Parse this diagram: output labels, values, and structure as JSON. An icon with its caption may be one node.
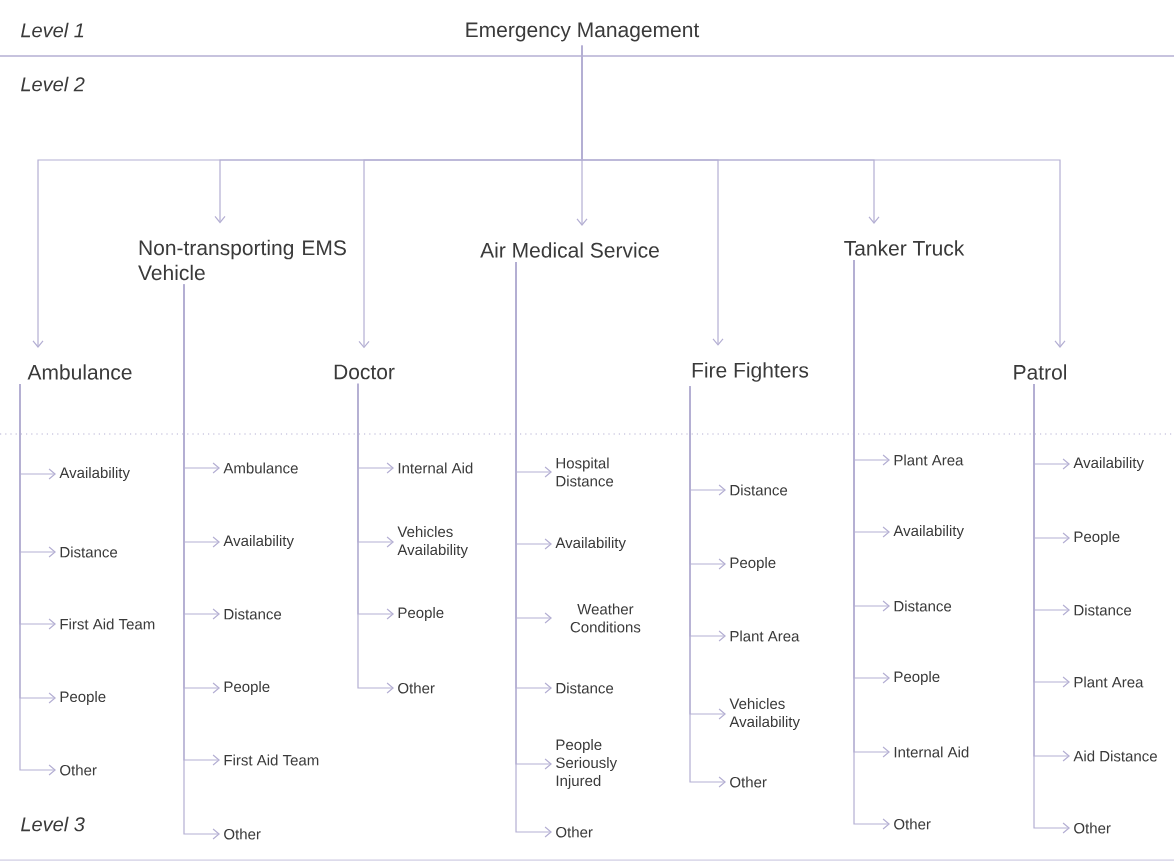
{
  "diagram": {
    "nodes": [
      {
        "text": [
          "Emergency Management"
        ]
      },
      {
        "text": [
          "Ambulance"
        ]
      },
      {
        "text": [
          "Non-transporting EMS Vehicle"
        ]
      },
      {
        "text": [
          "Doctor"
        ]
      },
      {
        "text": [
          "Air Medical Service"
        ]
      },
      {
        "text": [
          "Fire Fighters"
        ]
      },
      {
        "text": [
          "Tanker Truck"
        ]
      },
      {
        "text": [
          "Patrol"
        ]
      },
      {
        "text": [
          "Availability"
        ]
      },
      {
        "text": [
          "Distance"
        ]
      },
      {
        "text": [
          "First Aid Team"
        ]
      },
      {
        "text": [
          "People"
        ]
      },
      {
        "text": [
          "Other"
        ]
      },
      {
        "text": [
          "Ambulance"
        ]
      },
      {
        "text": [
          "Availability"
        ]
      },
      {
        "text": [
          "Distance"
        ]
      },
      {
        "text": [
          "People"
        ]
      },
      {
        "text": [
          "First Aid Team"
        ]
      },
      {
        "text": [
          "Other"
        ]
      },
      {
        "text": [
          "Internal Aid"
        ]
      },
      {
        "text": [
          "Vehicles Availability"
        ]
      },
      {
        "text": [
          "People"
        ]
      },
      {
        "text": [
          "Other"
        ]
      },
      {
        "text": [
          "Hospital Distance"
        ]
      },
      {
        "text": [
          "Availability"
        ]
      },
      {
        "text": [
          "Weather Conditions"
        ]
      },
      {
        "text": [
          "Distance"
        ]
      },
      {
        "text": [
          "People Seriously Injured"
        ]
      },
      {
        "text": [
          "Other"
        ]
      },
      {
        "text": [
          "Distance"
        ]
      },
      {
        "text": [
          "People"
        ]
      },
      {
        "text": [
          "Plant Area"
        ]
      },
      {
        "text": [
          "Vehicles Availability"
        ]
      },
      {
        "text": [
          "Other"
        ]
      },
      {
        "text": [
          "Plant Area"
        ]
      },
      {
        "text": [
          "Availability"
        ]
      },
      {
        "text": [
          "Distance"
        ]
      },
      {
        "text": [
          "People"
        ]
      },
      {
        "text": [
          "Internal Aid"
        ]
      },
      {
        "text": [
          "Other"
        ]
      },
      {
        "text": [
          "Availability"
        ]
      },
      {
        "text": [
          "People"
        ]
      },
      {
        "text": [
          "Distance"
        ]
      },
      {
        "text": [
          "Plant Area"
        ]
      },
      {
        "text": [
          "Aid Distance"
        ]
      },
      {
        "text": [
          "Other"
        ]
      }
    ],
    "edges": [
      {
        "from": 0,
        "to": 1,
        "arrow": "to"
      },
      {
        "from": 0,
        "to": 2,
        "arrow": "to"
      },
      {
        "from": 0,
        "to": 3,
        "arrow": "to"
      },
      {
        "from": 0,
        "to": 4,
        "arrow": "to"
      },
      {
        "from": 0,
        "to": 5,
        "arrow": "to"
      },
      {
        "from": 0,
        "to": 6,
        "arrow": "to"
      },
      {
        "from": 0,
        "to": 7,
        "arrow": "to"
      },
      {
        "from": 1,
        "to": 8,
        "arrow": "to"
      },
      {
        "from": 1,
        "to": 9,
        "arrow": "to"
      },
      {
        "from": 1,
        "to": 10,
        "arrow": "to"
      },
      {
        "from": 1,
        "to": 11,
        "arrow": "to"
      },
      {
        "from": 1,
        "to": 12,
        "arrow": "to"
      },
      {
        "from": 2,
        "to": 13,
        "arrow": "to"
      },
      {
        "from": 2,
        "to": 14,
        "arrow": "to"
      },
      {
        "from": 2,
        "to": 15,
        "arrow": "to"
      },
      {
        "from": 2,
        "to": 16,
        "arrow": "to"
      },
      {
        "from": 2,
        "to": 17,
        "arrow": "to"
      },
      {
        "from": 2,
        "to": 18,
        "arrow": "to"
      },
      {
        "from": 3,
        "to": 19,
        "arrow": "to"
      },
      {
        "from": 3,
        "to": 20,
        "arrow": "to"
      },
      {
        "from": 3,
        "to": 21,
        "arrow": "to"
      },
      {
        "from": 3,
        "to": 22,
        "arrow": "to"
      },
      {
        "from": 4,
        "to": 23,
        "arrow": "to"
      },
      {
        "from": 4,
        "to": 24,
        "arrow": "to"
      },
      {
        "from": 4,
        "to": 25,
        "arrow": "to"
      },
      {
        "from": 4,
        "to": 26,
        "arrow": "to"
      },
      {
        "from": 4,
        "to": 27,
        "arrow": "to"
      },
      {
        "from": 4,
        "to": 28,
        "arrow": "to"
      },
      {
        "from": 5,
        "to": 29,
        "arrow": "to"
      },
      {
        "from": 5,
        "to": 30,
        "arrow": "to"
      },
      {
        "from": 5,
        "to": 31,
        "arrow": "to"
      },
      {
        "from": 5,
        "to": 32,
        "arrow": "to"
      },
      {
        "from": 5,
        "to": 33,
        "arrow": "to"
      },
      {
        "from": 6,
        "to": 34,
        "arrow": "to"
      },
      {
        "from": 6,
        "to": 35,
        "arrow": "to"
      },
      {
        "from": 6,
        "to": 36,
        "arrow": "to"
      },
      {
        "from": 6,
        "to": 37,
        "arrow": "to"
      },
      {
        "from": 6,
        "to": 38,
        "arrow": "to"
      },
      {
        "from": 6,
        "to": 39,
        "arrow": "to"
      },
      {
        "from": 7,
        "to": 40,
        "arrow": "to"
      },
      {
        "from": 7,
        "to": 41,
        "arrow": "to"
      },
      {
        "from": 7,
        "to": 42,
        "arrow": "to"
      },
      {
        "from": 7,
        "to": 43,
        "arrow": "to"
      },
      {
        "from": 7,
        "to": 44,
        "arrow": "to"
      },
      {
        "from": 7,
        "to": 45,
        "arrow": "to"
      }
    ],
    "labels": [
      "Level 1",
      "Level 2",
      "Level 3"
    ]
  }
}
